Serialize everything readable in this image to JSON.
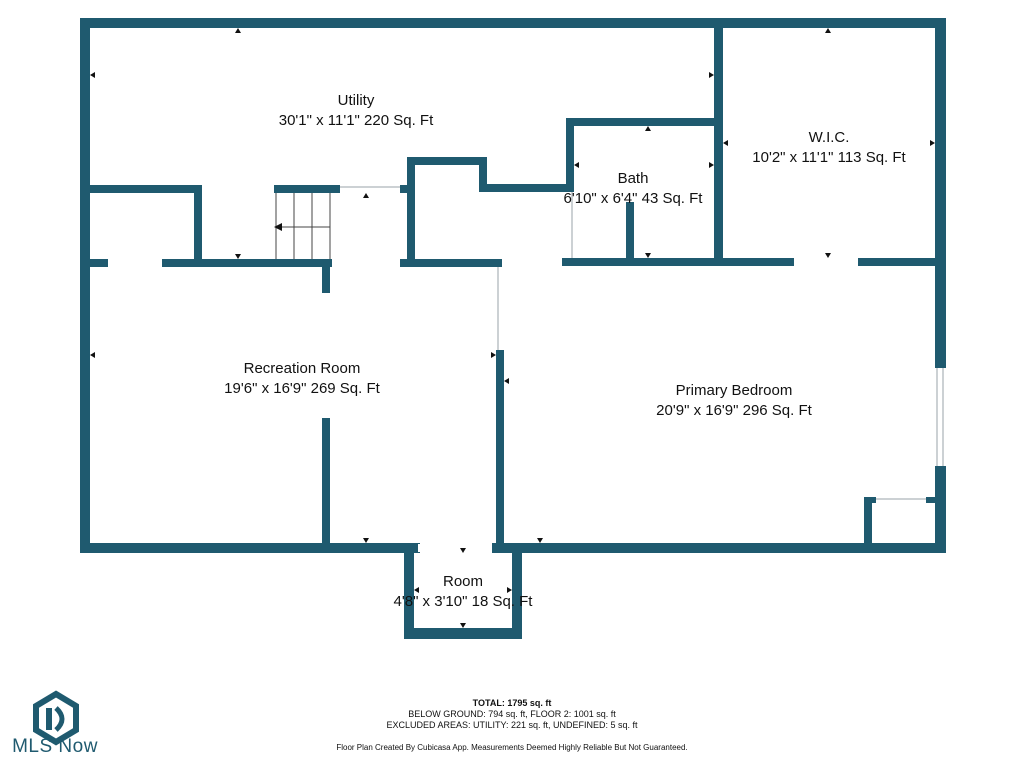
{
  "rooms": [
    {
      "name": "Utility",
      "dims": "30'1\" x 11'1\" 220 Sq. Ft"
    },
    {
      "name": "W.I.C.",
      "dims": "10'2\" x 11'1\" 113 Sq. Ft"
    },
    {
      "name": "Bath",
      "dims": "6'10\" x 6'4\" 43 Sq. Ft"
    },
    {
      "name": "Recreation Room",
      "dims": "19'6\" x 16'9\" 269 Sq. Ft"
    },
    {
      "name": "Primary Bedroom",
      "dims": "20'9\" x 16'9\" 296 Sq. Ft"
    },
    {
      "name": "Room",
      "dims": "4'8\" x 3'10\" 18 Sq. Ft"
    }
  ],
  "summary": {
    "total": "TOTAL: 1795 sq. ft",
    "below": "BELOW GROUND: 794 sq. ft, FLOOR 2: 1001 sq. ft",
    "excluded": "EXCLUDED AREAS: UTILITY: 221 sq. ft, UNDEFINED: 5 sq. ft",
    "disclaimer": "Floor Plan Created By Cubicasa App. Measurements Deemed Highly Reliable But Not Guaranteed."
  },
  "logo": {
    "text": "MLS Now",
    "color": "#1f5a6f"
  },
  "colors": {
    "wall": "#1f5a6f"
  }
}
